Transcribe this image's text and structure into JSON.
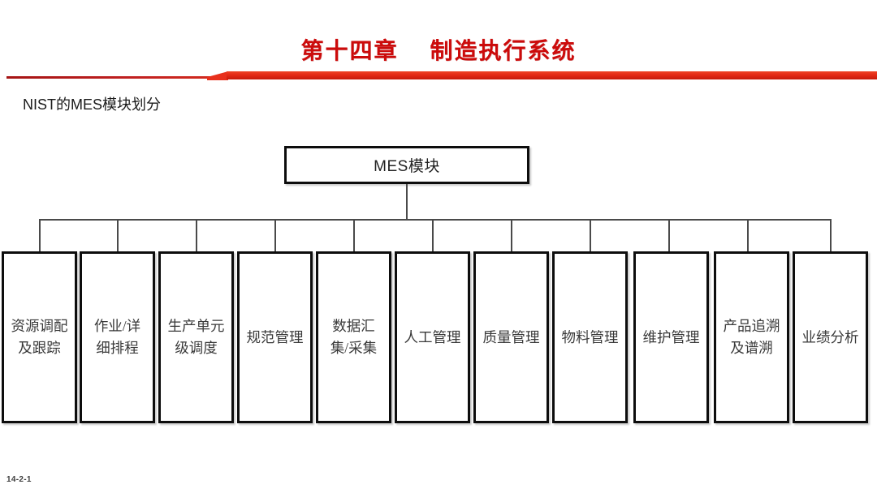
{
  "slide": {
    "title": "第十四章    制造执行系统",
    "subtitle": "NIST的MES模块划分",
    "footer": "14-2-1",
    "accent_color": "#CC0B0B",
    "divider_color": "#E42B16"
  },
  "chart_data": {
    "type": "diagram",
    "diagram_type": "org-chart-tree",
    "title": "NIST的MES模块划分",
    "root": {
      "label": "MES模块"
    },
    "children": [
      {
        "label": "资源调配及跟踪"
      },
      {
        "label": "作业/详细排程"
      },
      {
        "label": "生产单元级调度"
      },
      {
        "label": "规范管理"
      },
      {
        "label": "数据汇集/采集"
      },
      {
        "label": "人工管理"
      },
      {
        "label": "质量管理"
      },
      {
        "label": "物料管理"
      },
      {
        "label": "维护管理"
      },
      {
        "label": "产品追溯及谱溯"
      },
      {
        "label": "业绩分析"
      }
    ],
    "child_count": 11,
    "node_border_color": "#0d0d0d",
    "connector_color": "#4a4a4a",
    "node_fill": "#ffffff"
  }
}
